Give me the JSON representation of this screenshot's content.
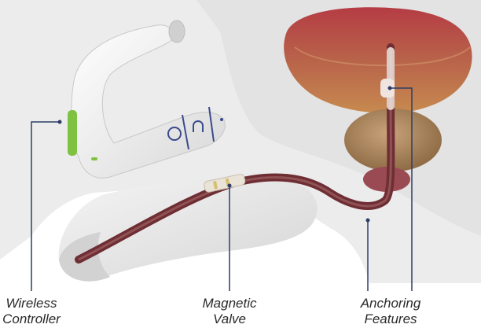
{
  "labels": {
    "wireless_controller": [
      "Wireless",
      "Controller"
    ],
    "magnetic_valve": [
      "Magnetic",
      "Valve"
    ],
    "anchoring_features": [
      "Anchoring",
      "Features"
    ]
  },
  "colors": {
    "callout_line": "#2c3e66",
    "bladder_top": "#b84a4a",
    "bladder_bottom": "#c07a45",
    "prostate": "#9c7a52",
    "catheter": "#7a3a3e",
    "controller_body": "#f2f2f2",
    "controller_button": "#7fc241",
    "controller_icon": "#3a4a8c"
  },
  "icons": [
    "lock-icon",
    "magnet-icon"
  ]
}
